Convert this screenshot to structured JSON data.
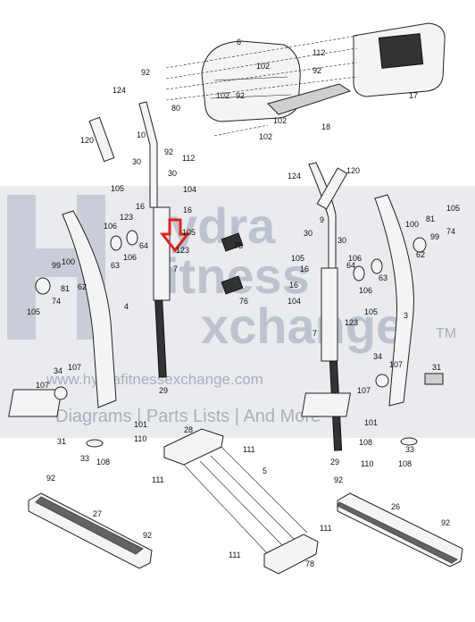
{
  "watermark": {
    "title_line1": "ydra",
    "title_line2": "itness",
    "title_line3": "xchange",
    "trademark": "TM",
    "url": "www.hydrafitnessexchange.com",
    "tagline": "Diagrams | Parts Lists | And More"
  },
  "colors": {
    "accent_arrow": "#d9261c",
    "watermark": "#9aa3b5"
  },
  "labels": {
    "l6": "6",
    "l92a": "92",
    "l102a": "102",
    "l112a": "112",
    "l17": "17",
    "l124a": "124",
    "l102b": "102",
    "l92b": "92",
    "l92c": "92",
    "l102c": "102",
    "l18": "18",
    "l80": "80",
    "l120a": "120",
    "l10": "10",
    "l102d": "102",
    "l92d": "92",
    "l112b": "112",
    "l30a": "30",
    "l30b": "30",
    "l105a": "105",
    "l104a": "104",
    "l16a": "16",
    "l16b": "16",
    "l123a": "123",
    "l105b": "105",
    "l106a": "106",
    "l100a": "100",
    "l99a": "99",
    "l81a": "81",
    "l62a": "62",
    "l64a": "64",
    "l63a": "63",
    "l106b": "106",
    "l123b": "123",
    "l7a": "7",
    "l105c": "105",
    "l74a": "74",
    "l4": "4",
    "l75": "75",
    "l76": "76",
    "l34a": "34",
    "l107a": "107",
    "l107b": "107",
    "l29a": "29",
    "l101a": "101",
    "l110a": "110",
    "l31a": "31",
    "l33a": "33",
    "l108a": "108",
    "l124b": "124",
    "l120b": "120",
    "l9": "9",
    "l30c": "30",
    "l30d": "30",
    "l100b": "100",
    "l81b": "81",
    "l105d": "105",
    "l99b": "99",
    "l74b": "74",
    "l62b": "62",
    "l105e": "105",
    "l16c": "16",
    "l106c": "106",
    "l64b": "64",
    "l63b": "63",
    "l16d": "16",
    "l104b": "104",
    "l106d": "106",
    "l105f": "105",
    "l3": "3",
    "l123c": "123",
    "l7b": "7",
    "l34b": "34",
    "l107c": "107",
    "l31b": "31",
    "l107d": "107",
    "l101b": "101",
    "l108b": "108",
    "l110b": "110",
    "l33b": "33",
    "l108c": "108",
    "l29b": "29",
    "l28": "28",
    "l111a": "111",
    "l111b": "111",
    "l5": "5",
    "l111c": "111",
    "l111d": "111",
    "l78": "78",
    "l92e": "92",
    "l27": "27",
    "l92f": "92",
    "l92g": "92",
    "l26": "26",
    "l92h": "92"
  }
}
